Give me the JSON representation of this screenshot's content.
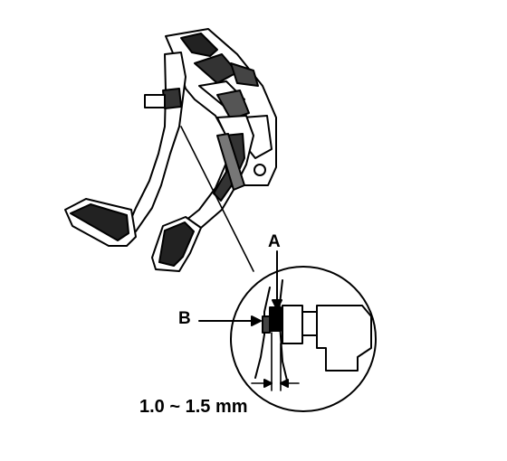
{
  "labels": {
    "a": "A",
    "b": "B",
    "gap": "1.0 ~ 1.5 mm"
  },
  "colors": {
    "ink": "#000000",
    "paper": "#ffffff"
  }
}
